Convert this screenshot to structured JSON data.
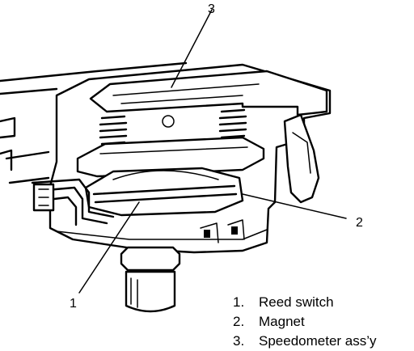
{
  "callouts": [
    {
      "number": "1"
    },
    {
      "number": "2"
    },
    {
      "number": "3"
    }
  ],
  "legend": [
    {
      "number": "1.",
      "label": "Reed switch"
    },
    {
      "number": "2.",
      "label": "Magnet"
    },
    {
      "number": "3.",
      "label": "Speedometer ass’y"
    }
  ]
}
